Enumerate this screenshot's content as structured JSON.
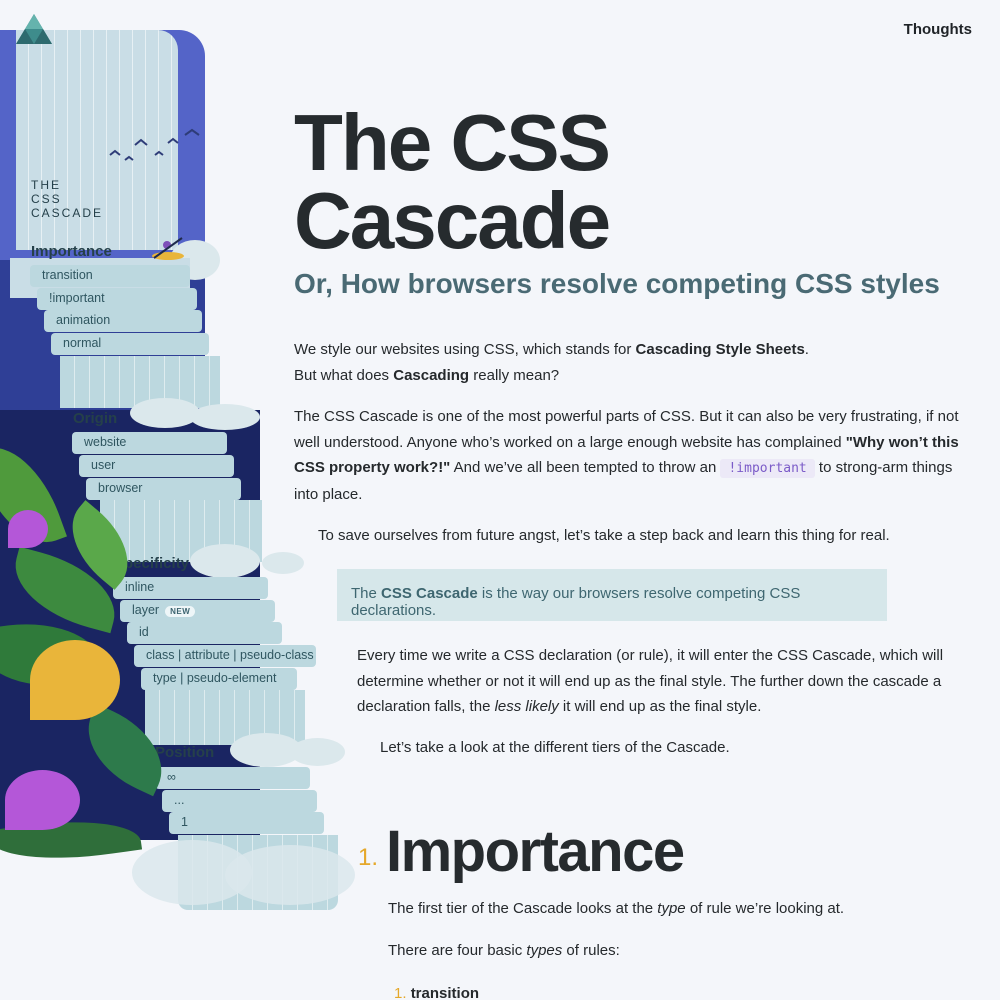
{
  "nav": {
    "thoughts_label": "Thoughts"
  },
  "illustration": {
    "title_line1": "THE",
    "title_line2": "CSS",
    "title_line3": "CASCADE",
    "tiers": [
      {
        "title": "Importance",
        "steps": [
          "transition",
          "!important",
          "animation",
          "normal"
        ]
      },
      {
        "title": "Origin",
        "steps": [
          "website",
          "user",
          "browser"
        ]
      },
      {
        "title": "Specificity",
        "steps": [
          "inline",
          "layer",
          "id",
          "class | attribute | pseudo-class",
          "type | pseudo-element"
        ],
        "new_badge": "NEW"
      },
      {
        "title": "Position",
        "steps": [
          "∞",
          "...",
          "1"
        ]
      }
    ]
  },
  "hero": {
    "title_line1": "The CSS",
    "title_line2": "Cascade",
    "subtitle": "Or, How browsers resolve competing CSS styles"
  },
  "intro": {
    "p1_a": "We style our websites using CSS, which stands for ",
    "p1_b": "Cascading Style Sheets",
    "p1_c": ".",
    "p1_d": "But what does ",
    "p1_e": "Cascading",
    "p1_f": " really mean?",
    "p2_a": "The CSS Cascade is one of the most powerful parts of CSS. But it can also be very frustrating, if not well understood. Anyone who’s worked on a large enough website has complained ",
    "p2_b": "\"Why won’t this CSS property work?!\"",
    "p2_c": " And we’ve all been tempted to throw an ",
    "p2_code": "!important",
    "p2_d": " to strong-arm things into place.",
    "p3": "To save ourselves from future angst, let’s take a step back and learn this thing for real.",
    "callout_a": "The ",
    "callout_b": "CSS Cascade",
    "callout_c": " is the way our browsers resolve competing CSS declarations.",
    "p4_a": "Every time we write a CSS declaration (or rule), it will enter the CSS Cascade, which will determine whether or not it will end up as the final style. The further down the cascade a declaration falls, the ",
    "p4_b": "less likely",
    "p4_c": " it will end up as the final style.",
    "p5": "Let’s take a look at the different tiers of the Cascade."
  },
  "section1": {
    "number": "1.",
    "title": "Importance",
    "p1_a": "The first tier of the Cascade looks at the ",
    "p1_b": "type",
    "p1_c": " of rule we’re looking at.",
    "p2_a": "There are four basic ",
    "p2_b": "types",
    "p2_c": " of rules:",
    "list_num": "1.",
    "list_item": "transition"
  }
}
